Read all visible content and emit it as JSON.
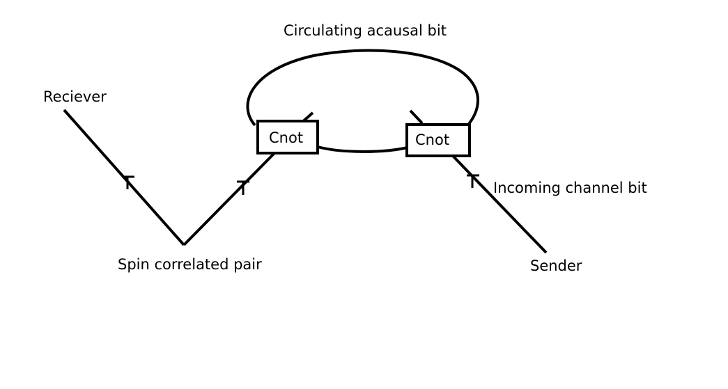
{
  "labels": {
    "title": "Circulating acausal bit",
    "receiver": "Reciever",
    "pair": "Spin correlated pair",
    "incoming": "Incoming channel bit",
    "sender": "Sender"
  },
  "gates": {
    "left": "Cnot",
    "right": "Cnot"
  },
  "colors": {
    "ink": "#000000",
    "background": "#ffffff"
  }
}
